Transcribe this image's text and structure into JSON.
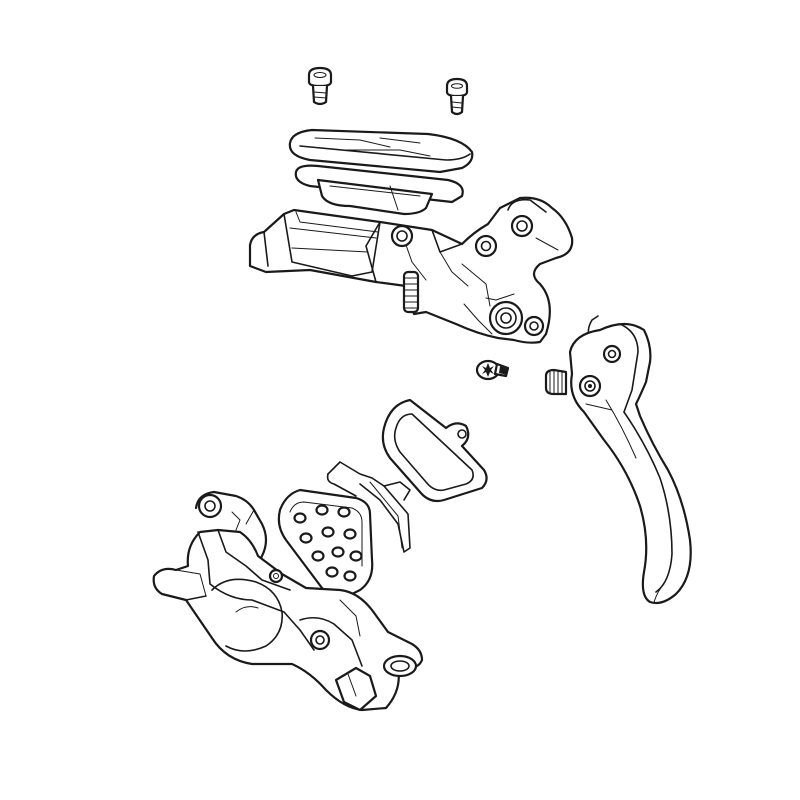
{
  "diagram": {
    "kind": "exploded-view",
    "colors": {
      "line": "#1a1a1a",
      "background": "#ffffff"
    },
    "parts": [
      "clamp-bolt-left",
      "clamp-bolt-right",
      "reservoir-cap",
      "reservoir-diaphragm",
      "lever-body",
      "pivot-bolt",
      "lever-blade",
      "brake-pad-outer",
      "pad-spring",
      "brake-pad-inner",
      "caliper-body"
    ]
  }
}
